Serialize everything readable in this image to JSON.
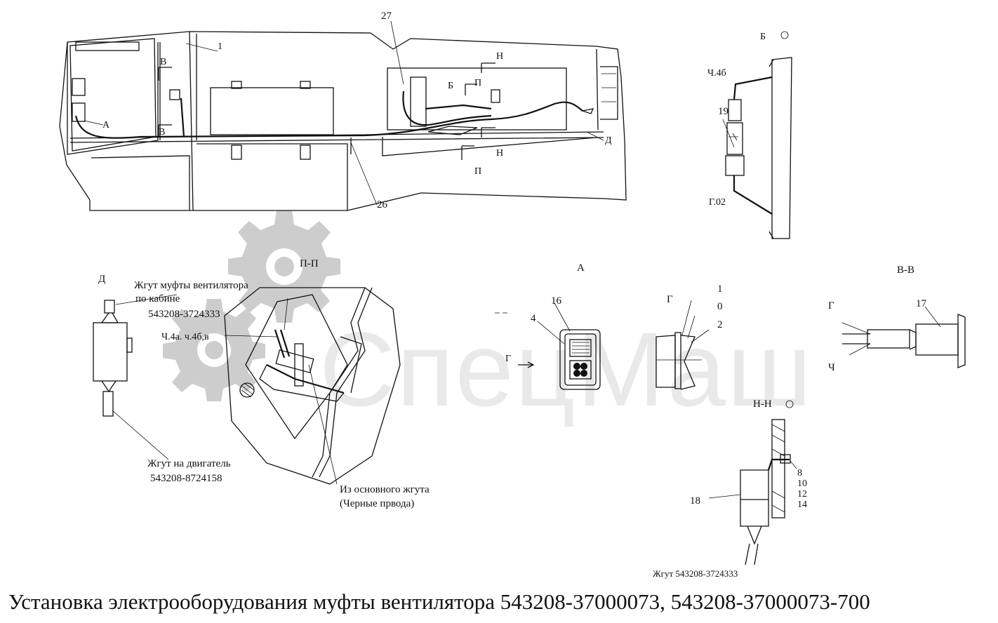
{
  "title": "Установка электрооборудования муфты вентилятора 543208-37000073, 543208-37000073-700",
  "watermark": {
    "text": "СпецМаш"
  },
  "callouts": [
    {
      "id": "pos-27",
      "text": "27"
    },
    {
      "id": "pos-1-main",
      "text": "1"
    },
    {
      "id": "view-B-main",
      "text": "В"
    },
    {
      "id": "view-B-main-2",
      "text": "В"
    },
    {
      "id": "view-A-main",
      "text": "А"
    },
    {
      "id": "view-H-main",
      "text": "Н"
    },
    {
      "id": "view-H-main-2",
      "text": "Н"
    },
    {
      "id": "view-P-main",
      "text": "П"
    },
    {
      "id": "view-P-main-2",
      "text": "П"
    },
    {
      "id": "view-Bb-main",
      "text": "Б"
    },
    {
      "id": "view-D-main",
      "text": "Д"
    },
    {
      "id": "pos-26",
      "text": "26"
    },
    {
      "id": "view-Bb-title",
      "text": "Б"
    },
    {
      "id": "ch4b",
      "text": "Ч.4б"
    },
    {
      "id": "pos-19",
      "text": "19"
    },
    {
      "id": "g02",
      "text": "Г.02"
    },
    {
      "id": "view-D-title",
      "text": "Д"
    },
    {
      "id": "harness-cab",
      "text": "Жгут муфты вентилятора"
    },
    {
      "id": "harness-cab-2",
      "text": "по кабине"
    },
    {
      "id": "harness-cab-num",
      "text": "543208-3724333"
    },
    {
      "id": "ch4a",
      "text": "Ч.4а. ч.4б,в"
    },
    {
      "id": "harness-engine",
      "text": "Жгут на двигатель"
    },
    {
      "id": "harness-engine-num",
      "text": "543208-8724158"
    },
    {
      "id": "section-pp",
      "text": "П-П"
    },
    {
      "id": "main-harness",
      "text": "Из основного жгута"
    },
    {
      "id": "main-harness-2",
      "text": "(Черные прводa)"
    },
    {
      "id": "view-A-title",
      "text": "А"
    },
    {
      "id": "pos-16",
      "text": "16"
    },
    {
      "id": "pos-4",
      "text": "4"
    },
    {
      "id": "view-G-arrow",
      "text": "Г"
    },
    {
      "id": "view-G-title",
      "text": "Г"
    },
    {
      "id": "pos-1",
      "text": "1"
    },
    {
      "id": "pos-0",
      "text": "0"
    },
    {
      "id": "pos-2",
      "text": "2"
    },
    {
      "id": "section-vv",
      "text": "В-В"
    },
    {
      "id": "vv-g",
      "text": "Г"
    },
    {
      "id": "pos-17",
      "text": "17"
    },
    {
      "id": "vv-ch",
      "text": "Ч"
    },
    {
      "id": "section-nn",
      "text": "Н-Н"
    },
    {
      "id": "pos-18",
      "text": "18"
    },
    {
      "id": "pos-8",
      "text": "8"
    },
    {
      "id": "pos-10",
      "text": "10"
    },
    {
      "id": "pos-12",
      "text": "12"
    },
    {
      "id": "pos-14",
      "text": "14"
    },
    {
      "id": "harness-nn",
      "text": "Жгут 543208-3724333"
    }
  ]
}
